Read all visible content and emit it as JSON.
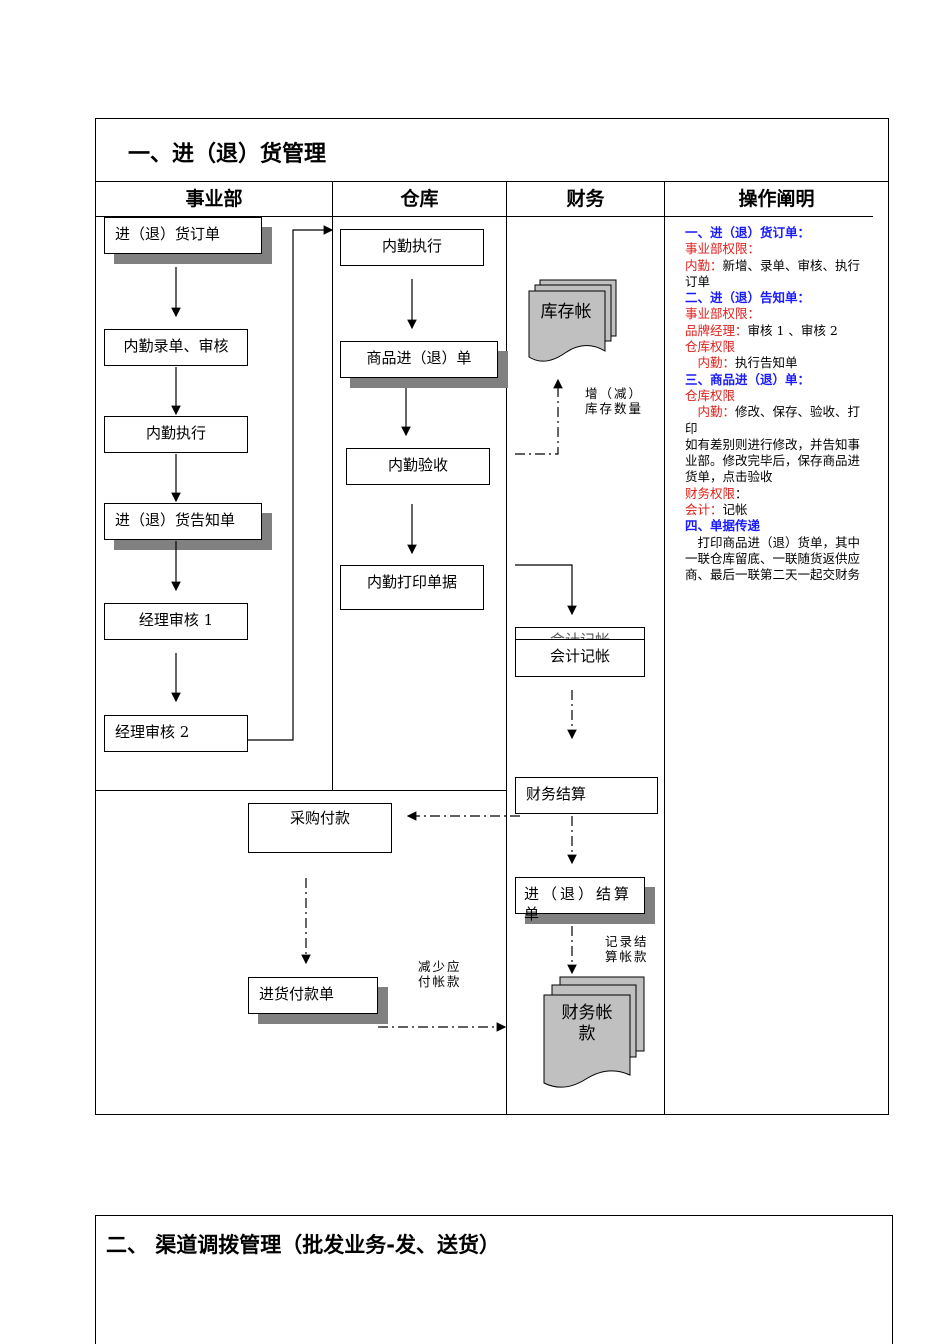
{
  "section1": {
    "title": "一、进（退）货管理",
    "columns": [
      "事业部",
      "仓库",
      "财务",
      "操作阐明"
    ],
    "boxes": {
      "order": "进（退）货订单",
      "entry": "内勤录单、审核",
      "exec1": "内勤执行",
      "notice": "进（退）货告知单",
      "mgr1": "经理审核 1",
      "mgr2": "经理审核 2",
      "wh_exec": "内勤执行",
      "goods": "商品进（退）单",
      "inspect": "内勤验收",
      "print": "内勤打印单据",
      "stock": "库存帐",
      "accounting_back": "会计记帐",
      "accounting": "会计记帐",
      "settle": "财务结算",
      "purchase_pay": "采购付款",
      "settle_doc": "进（退）结算单",
      "pay_doc": "进货付款单",
      "fin_account": "财务帐款"
    },
    "labels": {
      "inc_dec": "增（减）库存数量",
      "record": "记录结算帐款",
      "reduce": "减少应付帐款"
    },
    "notes": [
      {
        "t": "一、进（退）货订单：",
        "c": "blue"
      },
      {
        "t": "事业部权限：",
        "c": "red"
      },
      {
        "t": "内勤：",
        "c": "red",
        "rest": "新增、录单、审核、执行订单"
      },
      {
        "t": "二、进（退）告知单：",
        "c": "blue"
      },
      {
        "t": "事业部权限：",
        "c": "red"
      },
      {
        "t": "品牌经理：",
        "c": "red",
        "rest": "审核 1 、审核 2"
      },
      {
        "t": "仓库权限",
        "c": "red"
      },
      {
        "t": "　内勤：",
        "c": "red",
        "rest": "执行告知单"
      },
      {
        "t": "三、商品进（退）单：",
        "c": "blue"
      },
      {
        "t": "仓库权限",
        "c": "red"
      },
      {
        "t": "　内勤：",
        "c": "red",
        "rest": "修改、保存、验收、打印"
      },
      {
        "t": "",
        "c": "",
        "rest": "如有差别则进行修改，并告知事业部。修改完毕后，保存商品进货单，点击验收"
      },
      {
        "t": "财务权限",
        "c": "red",
        "rest": "："
      },
      {
        "t": "会计：",
        "c": "red",
        "rest": "记帐"
      },
      {
        "t": "四、单据传递",
        "c": "blue"
      },
      {
        "t": "",
        "c": "",
        "rest": "　打印商品进（退）货单，其中一联仓库留底、一联随货返供应商、最后一联第二天一起交财务"
      }
    ]
  },
  "section2": {
    "title": "二、 渠道调拨管理（批发业务-发、送货）"
  }
}
